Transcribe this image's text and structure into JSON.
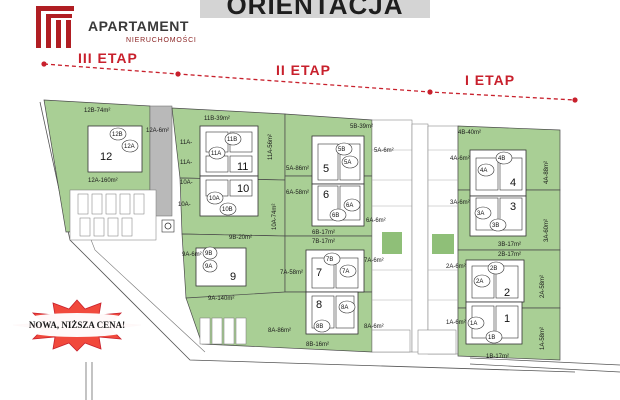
{
  "header": {
    "title": "ORIENTACJA",
    "logo_name": "APARTAMENT",
    "logo_sub": "NIERUCHOMOŚCI"
  },
  "phases": {
    "etap_3": "III  ETAP",
    "etap_2": "II  ETAP",
    "etap_1": "I  ETAP"
  },
  "promo": {
    "text": "NOWA, NIŻSZA CENA!"
  },
  "labels": {
    "l12b_area": "12B-74m²",
    "l12a_small": "12A-6m²",
    "l12a_area": "12A-160m²",
    "l11b_area": "11B-39m²",
    "l11a_1": "11A-",
    "l11a_2": "11A-",
    "l11a_side": "11A-56m²",
    "l10a_1": "10A-",
    "l10a_2": "10A-",
    "l10a_side": "10A-74m²",
    "l9b": "9B-20m²",
    "l9a_area": "9A-140m²",
    "l9a_small": "9A-6m²",
    "l5b_area": "5B-39m²",
    "l5a_area": "5A-86m²",
    "l5a_small": "5A-6m²",
    "l6a_area": "6A-58m²",
    "l6a_small": "6A-6m²",
    "l6b": "6B-17m²",
    "l7b": "7B-17m²",
    "l7a_area": "7A-58m²",
    "l7a_small": "7A-6m²",
    "l8a_area": "8A-86m²",
    "l8a_small": "8A-6m²",
    "l8b": "8B-16m²",
    "l4b_area": "4B-40m²",
    "l4a_small": "4A-6m²",
    "l4a_side": "4A-88m²",
    "l3a_small": "3A-6m²",
    "l3a_side": "3A-60m²",
    "l3b": "3B-17m²",
    "l2b": "2B-17m²",
    "l2a_small": "2A-6m²",
    "l2a_side": "2A-58m²",
    "l1a_small": "1A-6m²",
    "l1a_side": "1A-58m²",
    "l1b": "1B-17m²"
  },
  "houses": {
    "h12": "12",
    "h11": "11",
    "h10": "10",
    "h9": "9",
    "h5": "5",
    "h6": "6",
    "h7": "7",
    "h8": "8",
    "h4": "4",
    "h3": "3",
    "h2": "2",
    "h1": "1"
  },
  "bubbles": {
    "b12b": "12B",
    "b12a": "12A",
    "b11a": "11A",
    "b11b": "11B",
    "b10a": "10A",
    "b10b": "10B",
    "b9a": "9A",
    "b9b": "9B",
    "b5b": "5B",
    "b5a": "5A",
    "b6a": "6A",
    "b6b": "6B",
    "b7b": "7B",
    "b7a": "7A",
    "b8a": "8A",
    "b8b": "8B",
    "b4b": "4B",
    "b4a": "4A",
    "b3a": "3A",
    "b3b": "3B",
    "b2b": "2B",
    "b2a": "2A",
    "b1a": "1A",
    "b1b": "1B"
  },
  "colors": {
    "lot_green": "#a9cf95",
    "lot_green_dark": "#8fbf78",
    "etap_red": "#c8202c",
    "logo_red": "#b01e23"
  }
}
